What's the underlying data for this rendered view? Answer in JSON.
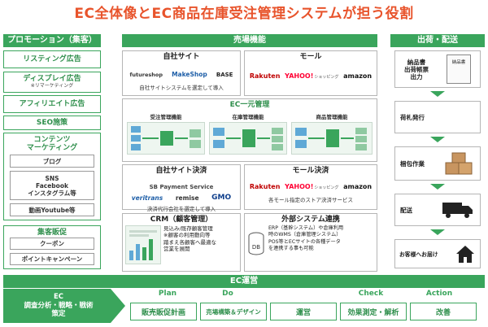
{
  "title": "EC全体像とEC商品在庫受注管理システムが担う役割",
  "promotion": {
    "header": "プロモーション（集客）",
    "listing": "リスティング広告",
    "display": "ディスプレイ広告",
    "display_sub": "※リマーケティング",
    "affiliate": "アフィリエイト広告",
    "seo": "SEO施策",
    "contents": "コンテンツ\nマーケティング",
    "blog": "ブログ",
    "sns": "SNS\nFacebook\nインスタグラム等",
    "youtube": "動画Youtube等",
    "retention_header": "集客販促",
    "coupon": "クーポン",
    "point": "ポイントキャンペーン"
  },
  "sales": {
    "header": "売場機能",
    "own_site": {
      "title": "自社サイト",
      "logos": [
        "futureshop",
        "MakeShop",
        "BASE"
      ],
      "caption": "自社サイトシステムを選定して導入"
    },
    "mall": {
      "title": "モール",
      "logos": [
        "Rakuten",
        "YAHOO!",
        "amazon"
      ],
      "yahoo_sub": "ショッピング"
    },
    "ec_central": {
      "title": "EC一元管理",
      "panels": [
        "受注管理機能",
        "在庫管理機能",
        "商品管理機能"
      ]
    },
    "own_payment": {
      "title": "自社サイト決済",
      "logos": [
        "SB Payment Service",
        "veritrans",
        "remise",
        "GMO"
      ],
      "caption": "決済代行会社を選定して導入"
    },
    "mall_payment": {
      "title": "モール決済",
      "logos": [
        "Rakuten",
        "YAHOO!",
        "amazon"
      ],
      "yahoo_sub": "ショッピング",
      "caption": "各モール指定のストア決済サービス"
    },
    "crm": {
      "title": "CRM（顧客管理）",
      "lines": [
        "見込み/既存顧客管理",
        "※顧客の利用動向等",
        "踏まえ各顧客へ最適な",
        "営業を展開"
      ]
    },
    "external": {
      "title": "外部システム連携",
      "lines": [
        "ERP（基幹システム）や倉庫利用",
        "時のWMS（倉庫管理システム）",
        "POS等とECサイトの各種データ",
        "を連携する事も可能"
      ],
      "db_label": "DB"
    }
  },
  "shipping": {
    "header": "出荷・配送",
    "doc_labels": [
      "納品書",
      "出荷帳票",
      "出力"
    ],
    "doc_icon": "納品書",
    "steps": [
      "荷札発行",
      "梱包作業",
      "配送",
      "お客様へお届け"
    ]
  },
  "ops": {
    "header": "EC運営",
    "left": "EC\n調査分析・戦略・戦術\n策定",
    "pdca": [
      "Plan",
      "Do",
      "",
      "Check",
      "Action"
    ],
    "steps": [
      "販売販促計画",
      "売場構築＆デザイン",
      "運営",
      "効果測定・解析",
      "改善"
    ]
  },
  "colors": {
    "accent": "#e8542c",
    "green": "#3aa55c",
    "green_text": "#2f8f4c"
  }
}
